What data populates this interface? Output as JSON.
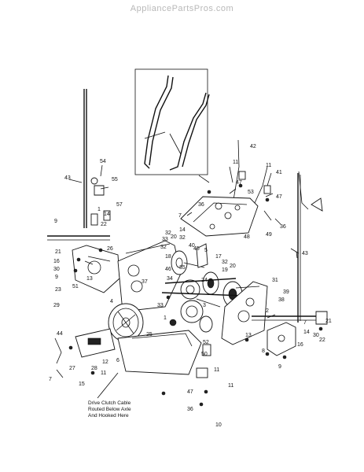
{
  "watermark": "AppliancePartsPros.com",
  "labels": [
    {
      "id": "l1",
      "text": "42"
    },
    {
      "id": "l2",
      "text": "11"
    },
    {
      "id": "l3",
      "text": "47"
    },
    {
      "id": "l4",
      "text": "53"
    },
    {
      "id": "l5",
      "text": "54"
    },
    {
      "id": "l6",
      "text": "55"
    },
    {
      "id": "l7",
      "text": "57"
    },
    {
      "id": "l8",
      "text": "43"
    },
    {
      "id": "l9",
      "text": "7"
    },
    {
      "id": "l10",
      "text": "36"
    },
    {
      "id": "l11",
      "text": "11"
    },
    {
      "id": "l12",
      "text": "41"
    },
    {
      "id": "l13",
      "text": "47"
    },
    {
      "id": "l14",
      "text": "49"
    },
    {
      "id": "l15",
      "text": "36"
    },
    {
      "id": "l16",
      "text": "1"
    },
    {
      "id": "l17",
      "text": "14"
    },
    {
      "id": "l18",
      "text": "22"
    },
    {
      "id": "l19",
      "text": "9"
    },
    {
      "id": "l20",
      "text": "21"
    },
    {
      "id": "l21",
      "text": "16"
    },
    {
      "id": "l22",
      "text": "30"
    },
    {
      "id": "l23",
      "text": "9"
    },
    {
      "id": "l24",
      "text": "26"
    },
    {
      "id": "l25",
      "text": "13"
    },
    {
      "id": "l26",
      "text": "51"
    },
    {
      "id": "l27",
      "text": "32"
    },
    {
      "id": "l28",
      "text": "33"
    },
    {
      "id": "l29",
      "text": "32"
    },
    {
      "id": "l30",
      "text": "20"
    },
    {
      "id": "l31",
      "text": "14"
    },
    {
      "id": "l32",
      "text": "48"
    },
    {
      "id": "l33",
      "text": "45"
    },
    {
      "id": "l34",
      "text": "18"
    },
    {
      "id": "l35",
      "text": "5"
    },
    {
      "id": "l36",
      "text": "46"
    },
    {
      "id": "l37",
      "text": "35"
    },
    {
      "id": "l38",
      "text": "40"
    },
    {
      "id": "l39",
      "text": "32"
    },
    {
      "id": "l40",
      "text": "17"
    },
    {
      "id": "l41",
      "text": "34"
    },
    {
      "id": "l42",
      "text": "24"
    },
    {
      "id": "l43",
      "text": "19"
    },
    {
      "id": "l44",
      "text": "32"
    },
    {
      "id": "l45",
      "text": "20"
    },
    {
      "id": "l46",
      "text": "31"
    },
    {
      "id": "l47",
      "text": "43"
    },
    {
      "id": "l48",
      "text": "23"
    },
    {
      "id": "l49",
      "text": "29"
    },
    {
      "id": "l50",
      "text": "4"
    },
    {
      "id": "l51",
      "text": "37"
    },
    {
      "id": "l52",
      "text": "33"
    },
    {
      "id": "l53",
      "text": "25"
    },
    {
      "id": "l54",
      "text": "1"
    },
    {
      "id": "l55",
      "text": "52"
    },
    {
      "id": "l56",
      "text": "44"
    },
    {
      "id": "l57",
      "text": "7"
    },
    {
      "id": "l58",
      "text": "27"
    },
    {
      "id": "l59",
      "text": "28"
    },
    {
      "id": "l60",
      "text": "15"
    },
    {
      "id": "l61",
      "text": "12"
    },
    {
      "id": "l62",
      "text": "11"
    },
    {
      "id": "l63",
      "text": "6"
    },
    {
      "id": "l64",
      "text": "50"
    },
    {
      "id": "l65",
      "text": "11"
    },
    {
      "id": "l66",
      "text": "47"
    },
    {
      "id": "l67",
      "text": "11"
    },
    {
      "id": "l68",
      "text": "36"
    },
    {
      "id": "l69",
      "text": "10"
    },
    {
      "id": "l70",
      "text": "13"
    },
    {
      "id": "l71",
      "text": "8"
    },
    {
      "id": "l72",
      "text": "16"
    },
    {
      "id": "l73",
      "text": "30"
    },
    {
      "id": "l74",
      "text": "9"
    },
    {
      "id": "l75",
      "text": "14"
    },
    {
      "id": "l76",
      "text": "21"
    },
    {
      "id": "l77",
      "text": "22"
    },
    {
      "id": "l78",
      "text": "7"
    },
    {
      "id": "l79",
      "text": "39"
    },
    {
      "id": "l80",
      "text": "38"
    },
    {
      "id": "l81",
      "text": "3"
    },
    {
      "id": "l82",
      "text": "2"
    }
  ],
  "note": [
    "Drive Clutch Cable",
    "Routed Below Axle",
    "And Hooked Here"
  ]
}
